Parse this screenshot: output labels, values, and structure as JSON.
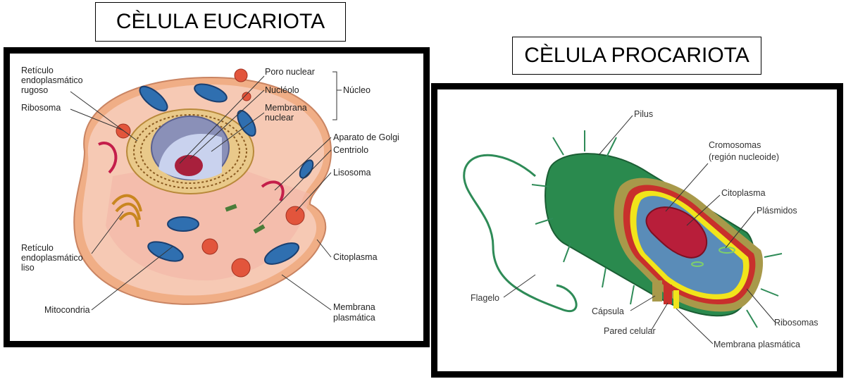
{
  "titles": {
    "eukaryote": "CÈLULA EUCARIOTA",
    "prokaryote": "CÈLULA PROCARIOTA"
  },
  "eukaryote_labels": {
    "reticulo_rugoso": [
      "Retículo",
      "endoplasmático",
      "rugoso"
    ],
    "ribosoma": "Ribosoma",
    "poro_nuclear": "Poro nuclear",
    "nucleolo": "Nucléolo",
    "membrana_nuclear": [
      "Membrana",
      "nuclear"
    ],
    "nucleo": "Núcleo",
    "aparato_golgi": "Aparato de Golgi",
    "centriolo": "Centriolo",
    "lisosoma": "Lisosoma",
    "reticulo_liso": [
      "Retículo",
      "endoplasmático",
      "liso"
    ],
    "citoplasma": "Citoplasma",
    "mitocondria": "Mitocondria",
    "membrana_plasmatica": [
      "Membrana",
      "plasmática"
    ]
  },
  "prokaryote_labels": {
    "pilus": "Pilus",
    "cromosomas": [
      "Cromosomas",
      "(región nucleoide)"
    ],
    "citoplasma": "Citoplasma",
    "plasmidos": "Plásmidos",
    "flagelo": "Flagelo",
    "capsula": "Cápsula",
    "pared_celular": "Pared celular",
    "membrana_plasmatica": "Membrana plasmática",
    "ribosomas": "Ribosomas"
  },
  "colors": {
    "cell_body": "#f2b48f",
    "cytoplasm": "#f5c3aa",
    "nucleus": "#a9b6d9",
    "nucleolus": "#b0304a",
    "mitochondria": "#3b7dbf",
    "golgi": "#e6a23c",
    "bacteria_green": "#2e8b57",
    "capsule": "#a89a4a",
    "wall": "#c0392b",
    "membrane": "#f1e41b",
    "bact_cytoplasm": "#5f8fb5",
    "chromosome": "#c0223a"
  }
}
